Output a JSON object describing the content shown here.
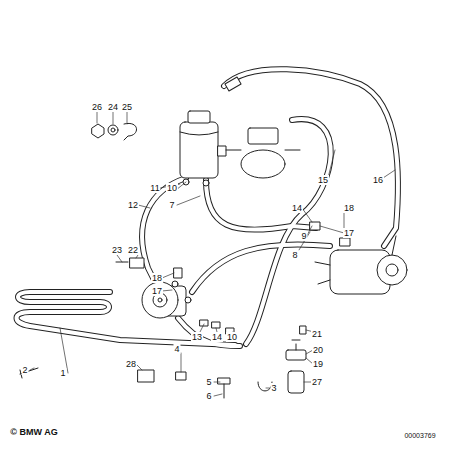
{
  "diagram": {
    "labels": [
      "26",
      "24",
      "25",
      "11",
      "10",
      "12",
      "7",
      "15",
      "16",
      "14",
      "18",
      "9",
      "17",
      "8",
      "23",
      "22",
      "18",
      "17",
      "13",
      "14",
      "10",
      "4",
      "21",
      "28",
      "20",
      "19",
      "5",
      "6",
      "3",
      "27",
      "2",
      "1",
      "© BMW AG",
      "00003769"
    ]
  }
}
